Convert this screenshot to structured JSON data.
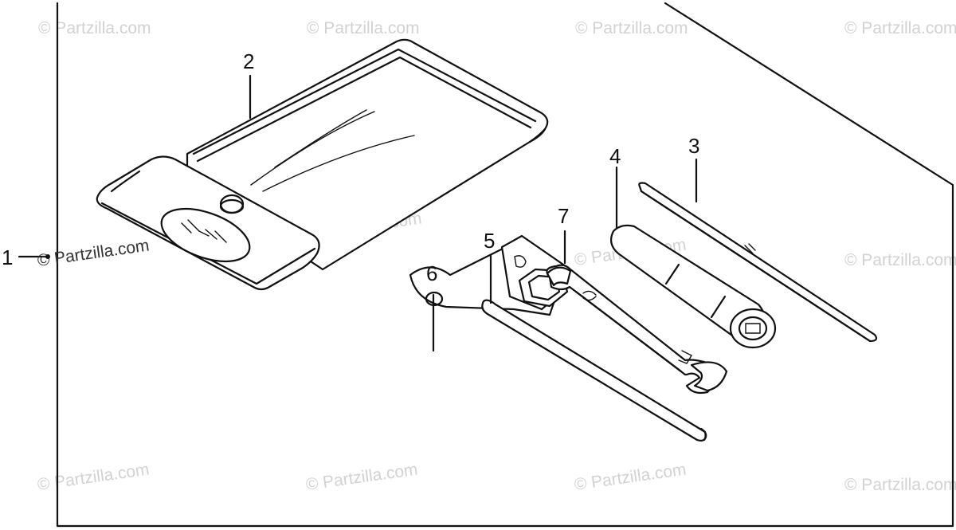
{
  "watermark": {
    "text": "© Partzilla.com"
  },
  "callouts": {
    "c1": "1",
    "c2": "2",
    "c3": "3",
    "c4": "4",
    "c5": "5",
    "c6": "6",
    "c7": "7"
  },
  "colors": {
    "line": "#111111",
    "watermark": "#d2d2d2",
    "background": "#ffffff"
  }
}
